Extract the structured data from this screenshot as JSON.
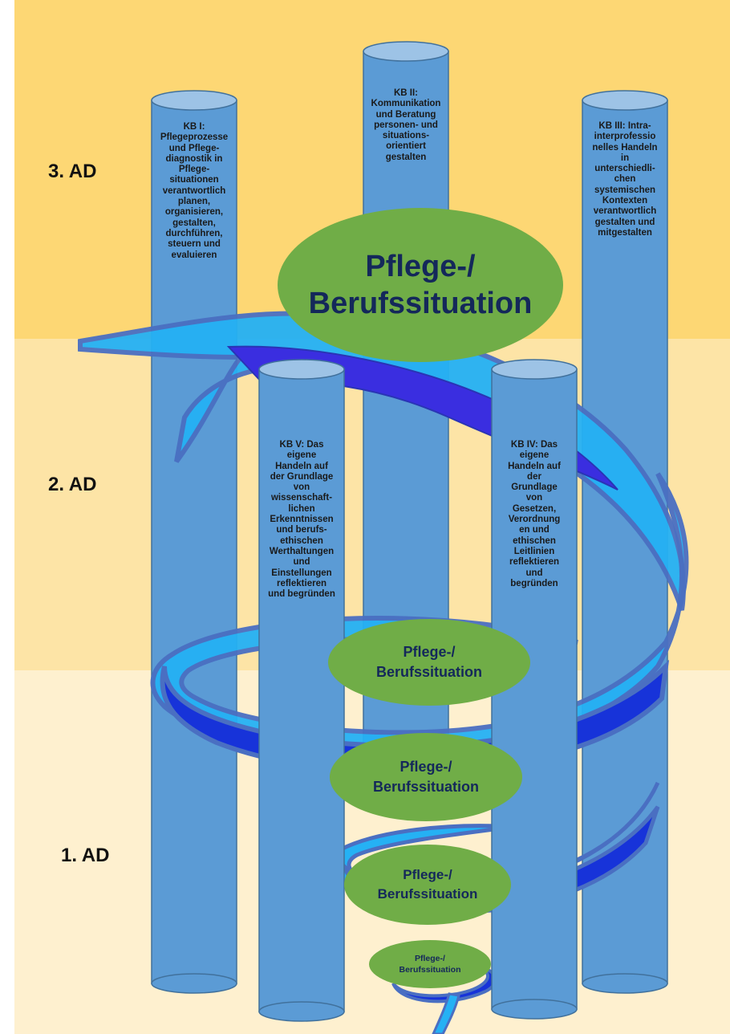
{
  "levels": [
    {
      "label": "3. AD"
    },
    {
      "label": "2. AD"
    },
    {
      "label": "1. AD"
    }
  ],
  "pillars": [
    {
      "id": "KB I",
      "text": "KB I:\nPflegeprozesse\nund Pflege-\ndiagnostik in\nPflege-\nsituationen\nverantwortlich\nplanen,\norganisieren,\ngestalten,\ndurchführen,\nsteuern und\nevaluieren"
    },
    {
      "id": "KB II",
      "text": "KB II:\nKommunikation\nund Beratung\npersonen- und\nsituations-\norientiert\ngestalten"
    },
    {
      "id": "KB III",
      "text": "KB III: Intra-\ninterprofessio\nnelles Handeln\nin\nunterschiedli-\nchen\nsystemischen\nKontexten\nverantwortlich\ngestalten und\nmitgestalten"
    },
    {
      "id": "KB IV",
      "text": "KB IV: Das\neigene\nHandeln auf\nder\nGrundlage\nvon\nGesetzen,\nVerordnung\nen und\nethischen\nLeitlinien\nreflektieren\nund\nbegründen"
    },
    {
      "id": "KB V",
      "text": "KB V: Das\neigene\nHandeln auf\nder Grundlage\nvon\nwissenschaft-\nlichen\nErkenntnissen\nund berufs-\nethischen\nWerthaltungen\nund\nEinstellungen\nreflektieren\nund begründen"
    }
  ],
  "situations": [
    {
      "text": "Pflege-/\nBerufssituation"
    },
    {
      "text": "Pflege-/\nBerufssituation"
    },
    {
      "text": "Pflege-/\nBerufssituation"
    },
    {
      "text": "Pflege-/\nBerufssituation"
    },
    {
      "text": "Pflege-/\nBerufssituation"
    }
  ],
  "colors": {
    "band_top": "#fdd774",
    "band_middle": "#fde4a6",
    "band_bottom": "#fef0cf",
    "pillar": "#5b9bd5",
    "pillar_cap": "#9dc3e6",
    "spiral_light": "#25b1f4",
    "spiral_dark": "#1733d9",
    "spiral_outline": "#4a6fc2",
    "situation": "#70ad47",
    "situation_text": "#14285a"
  },
  "icons": [
    "spiral-arrow"
  ]
}
